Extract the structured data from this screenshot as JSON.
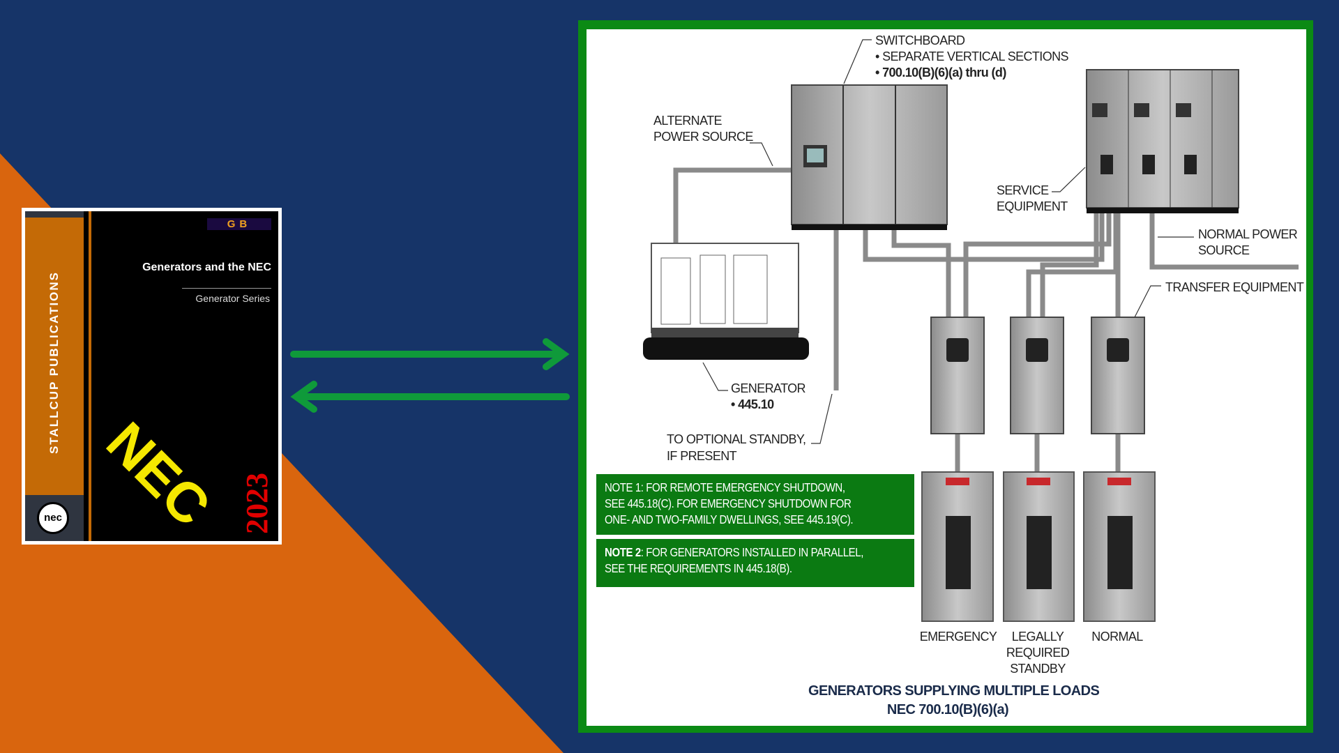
{
  "colors": {
    "background_navy": "#163468",
    "background_orange": "#d9650e",
    "frame_green": "#0b8a14",
    "note_green": "#0b7a12",
    "arrow_green": "#0f9a3a"
  },
  "book": {
    "publisher": "STALLCUP PUBLICATIONS",
    "title": "Generators and the NEC",
    "subtitle": "Generator Series",
    "year": "2023",
    "logo_text": "GB",
    "cover_mark": "NEC",
    "badge": "nec"
  },
  "arrows": [
    "arrow-right",
    "arrow-left"
  ],
  "diagram": {
    "switchboard": {
      "label": "SWITCHBOARD",
      "line1": "• SEPARATE VERTICAL SECTIONS",
      "line2": "• 700.10(B)(6)(a) thru (d)"
    },
    "alternate": [
      "ALTERNATE",
      "POWER SOURCE"
    ],
    "service": [
      "SERVICE",
      "EQUIPMENT"
    ],
    "normal_source": [
      "NORMAL POWER",
      "SOURCE"
    ],
    "transfer": "TRANSFER EQUIPMENT",
    "generator": {
      "label": "GENERATOR",
      "ref": "• 445.10"
    },
    "optional": [
      "TO OPTIONAL STANDBY,",
      "IF PRESENT"
    ],
    "loads": [
      "EMERGENCY",
      "LEGALLY",
      "REQUIRED",
      "STANDBY",
      "NORMAL"
    ],
    "note1": {
      "lines": [
        "NOTE 1: FOR REMOTE EMERGENCY SHUTDOWN,",
        "SEE 445.18(C). FOR EMERGENCY SHUTDOWN FOR",
        "ONE- AND TWO-FAMILY DWELLINGS, SEE 445.19(C)."
      ]
    },
    "note2": {
      "bold": "NOTE 2",
      "text": ": FOR GENERATORS INSTALLED IN PARALLEL,",
      "line2": "SEE THE REQUIREMENTS IN 445.18(B)."
    },
    "title": "GENERATORS SUPPLYING MULTIPLE LOADS",
    "subtitle": "NEC 700.10(B)(6)(a)"
  }
}
